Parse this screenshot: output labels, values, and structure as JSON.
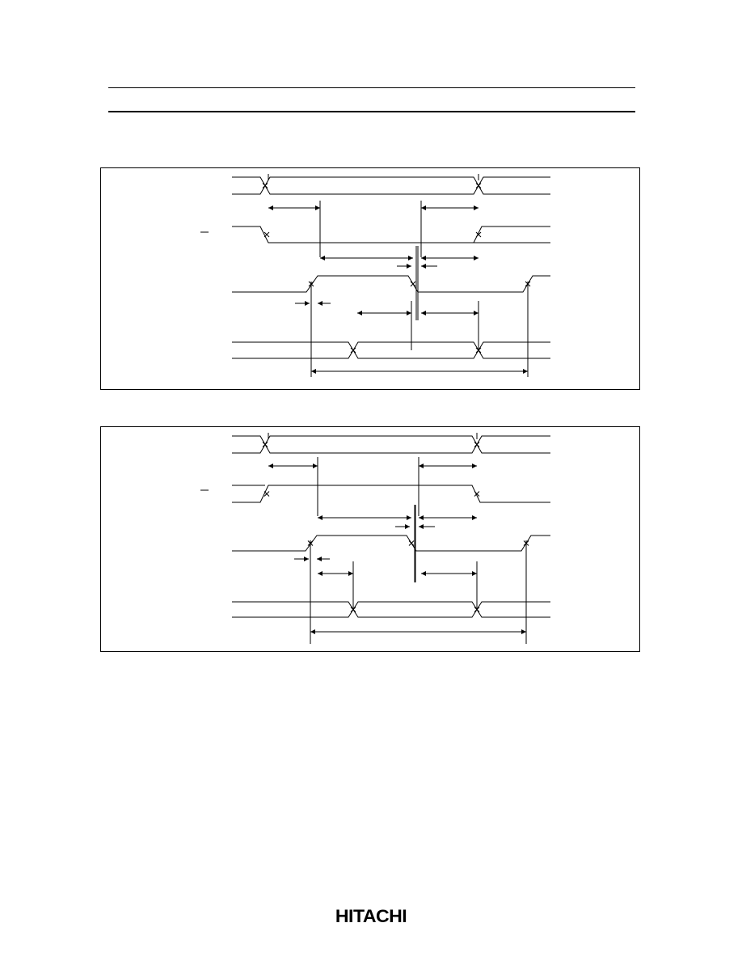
{
  "page": {
    "diagrams": [
      {
        "id": "timing-1"
      },
      {
        "id": "timing-2"
      }
    ],
    "footer": {
      "brand_logo": "HITACHI"
    },
    "colors": {
      "line": "#000000",
      "background": "#ffffff"
    }
  }
}
